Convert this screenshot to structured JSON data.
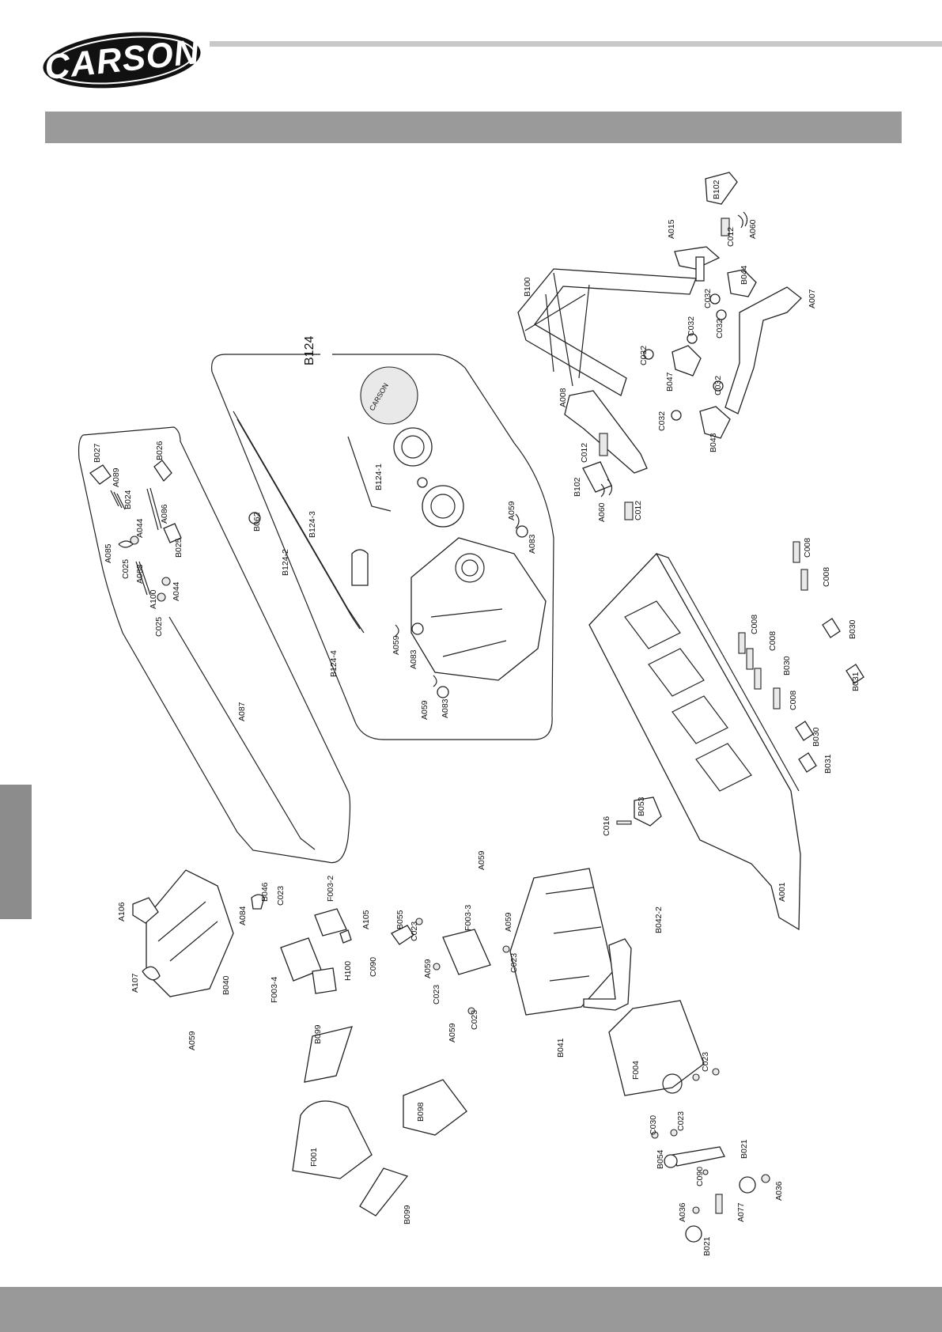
{
  "brand": {
    "logo_text": "CARSON"
  },
  "colors": {
    "bar_gray": "#9a9a9a",
    "rule_gray": "#c8c8c8",
    "tab_gray": "#8c8c8c",
    "line": "#222222"
  },
  "groups": {
    "fuel_tank_group": "B124"
  },
  "parts": [
    {
      "id": "p1",
      "label": "B102"
    },
    {
      "id": "p2",
      "label": "A015"
    },
    {
      "id": "p3",
      "label": "C012"
    },
    {
      "id": "p4",
      "label": "A060"
    },
    {
      "id": "p5",
      "label": "B100"
    },
    {
      "id": "p6",
      "label": "B044"
    },
    {
      "id": "p7",
      "label": "C032"
    },
    {
      "id": "p8",
      "label": "C032"
    },
    {
      "id": "p9",
      "label": "A007"
    },
    {
      "id": "p10",
      "label": "C032"
    },
    {
      "id": "p11",
      "label": "C032"
    },
    {
      "id": "p12",
      "label": "B047"
    },
    {
      "id": "p13",
      "label": "C032"
    },
    {
      "id": "p14",
      "label": "A008"
    },
    {
      "id": "p15",
      "label": "C032"
    },
    {
      "id": "p16",
      "label": "B043"
    },
    {
      "id": "p17",
      "label": "C012"
    },
    {
      "id": "p18",
      "label": "B102"
    },
    {
      "id": "p19",
      "label": "A060"
    },
    {
      "id": "p20",
      "label": "C012"
    },
    {
      "id": "p21",
      "label": "B124-1"
    },
    {
      "id": "p22",
      "label": "B062"
    },
    {
      "id": "p23",
      "label": "B124-3"
    },
    {
      "id": "p24",
      "label": "B124-2"
    },
    {
      "id": "p25",
      "label": "A059"
    },
    {
      "id": "p26",
      "label": "A083"
    },
    {
      "id": "p27",
      "label": "A059"
    },
    {
      "id": "p28",
      "label": "A083"
    },
    {
      "id": "p29",
      "label": "B124-4"
    },
    {
      "id": "p30",
      "label": "A059"
    },
    {
      "id": "p31",
      "label": "A083"
    },
    {
      "id": "p32",
      "label": "B027"
    },
    {
      "id": "p33",
      "label": "A089"
    },
    {
      "id": "p34",
      "label": "B026"
    },
    {
      "id": "p35",
      "label": "B024"
    },
    {
      "id": "p36",
      "label": "A086"
    },
    {
      "id": "p37",
      "label": "A044"
    },
    {
      "id": "p38",
      "label": "A085"
    },
    {
      "id": "p39",
      "label": "C025"
    },
    {
      "id": "p40",
      "label": "B025"
    },
    {
      "id": "p41",
      "label": "A088"
    },
    {
      "id": "p42",
      "label": "A100"
    },
    {
      "id": "p43",
      "label": "A044"
    },
    {
      "id": "p44",
      "label": "C025"
    },
    {
      "id": "p45",
      "label": "A087"
    },
    {
      "id": "p46",
      "label": "C008"
    },
    {
      "id": "p47",
      "label": "C008"
    },
    {
      "id": "p48",
      "label": "C008"
    },
    {
      "id": "p49",
      "label": "C008"
    },
    {
      "id": "p50",
      "label": "B030"
    },
    {
      "id": "p51",
      "label": "B030"
    },
    {
      "id": "p52",
      "label": "B031"
    },
    {
      "id": "p53",
      "label": "C008"
    },
    {
      "id": "p54",
      "label": "B030"
    },
    {
      "id": "p55",
      "label": "B031"
    },
    {
      "id": "p56",
      "label": "C016"
    },
    {
      "id": "p57",
      "label": "B053"
    },
    {
      "id": "p58",
      "label": "A001"
    },
    {
      "id": "p59",
      "label": "A059"
    },
    {
      "id": "p60",
      "label": "A106"
    },
    {
      "id": "p61",
      "label": "A084"
    },
    {
      "id": "p62",
      "label": "B046"
    },
    {
      "id": "p63",
      "label": "C023"
    },
    {
      "id": "p64",
      "label": "F003-2"
    },
    {
      "id": "p65",
      "label": "A105"
    },
    {
      "id": "p66",
      "label": "B055"
    },
    {
      "id": "p67",
      "label": "C023"
    },
    {
      "id": "p68",
      "label": "F003-3"
    },
    {
      "id": "p69",
      "label": "A059"
    },
    {
      "id": "p70",
      "label": "A107"
    },
    {
      "id": "p71",
      "label": "B040"
    },
    {
      "id": "p72",
      "label": "C090"
    },
    {
      "id": "p73",
      "label": "H100"
    },
    {
      "id": "p74",
      "label": "F003-4"
    },
    {
      "id": "p75",
      "label": "A059"
    },
    {
      "id": "p76",
      "label": "C023"
    },
    {
      "id": "p77",
      "label": "C023"
    },
    {
      "id": "p78",
      "label": "B042-2"
    },
    {
      "id": "p79",
      "label": "A059"
    },
    {
      "id": "p80",
      "label": "A059"
    },
    {
      "id": "p81",
      "label": "C023"
    },
    {
      "id": "p82",
      "label": "B041"
    },
    {
      "id": "p83",
      "label": "B099"
    },
    {
      "id": "p84",
      "label": "F004"
    },
    {
      "id": "p85",
      "label": "C023"
    },
    {
      "id": "p86",
      "label": "B098"
    },
    {
      "id": "p87",
      "label": "F001"
    },
    {
      "id": "p88",
      "label": "B099"
    },
    {
      "id": "p89",
      "label": "C030"
    },
    {
      "id": "p90",
      "label": "C023"
    },
    {
      "id": "p91",
      "label": "B054"
    },
    {
      "id": "p92",
      "label": "C090"
    },
    {
      "id": "p93",
      "label": "B021"
    },
    {
      "id": "p94",
      "label": "A036"
    },
    {
      "id": "p95",
      "label": "A036"
    },
    {
      "id": "p96",
      "label": "A077"
    },
    {
      "id": "p97",
      "label": "B021"
    }
  ]
}
